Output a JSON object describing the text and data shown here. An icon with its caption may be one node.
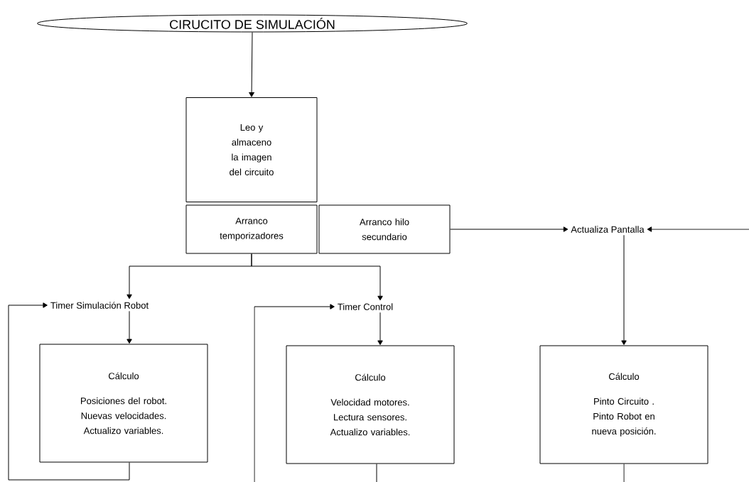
{
  "diagram": {
    "nodes": [
      {
        "text": [
          "CIRUCITO DE SIMULACIÓN"
        ]
      },
      {
        "text": [
          "Leo y almaceno la imagen del circuito"
        ]
      },
      {
        "text": [
          "Arranco temporizadores"
        ]
      },
      {
        "text": [
          "Arranco hilo secundario"
        ]
      },
      {
        "text": [
          "Actualiza Pantalla"
        ]
      },
      {
        "text": [
          "Timer Simulación Robot"
        ]
      },
      {
        "text": [
          "Timer Control"
        ]
      },
      {
        "text": [
          "Cálculo",
          "Posiciones del robot. Nuevas velocidades. Actualizo variables."
        ]
      },
      {
        "text": [
          "Cálculo",
          "Velocidad motores. Lectura sensores. Actualizo variables."
        ]
      },
      {
        "text": [
          "Cálculo",
          "Pinto Circuito . Pinto Robot en nueva posición."
        ]
      }
    ],
    "edges": [
      {
        "from": 0,
        "to": 1,
        "arrow": "to"
      },
      {
        "from": 2,
        "to": 5,
        "arrow": "to"
      },
      {
        "from": 2,
        "to": 6,
        "arrow": "to"
      },
      {
        "from": 3,
        "to": 4,
        "arrow": "to"
      },
      {
        "from": 4,
        "to": 9,
        "arrow": "to"
      },
      {
        "from": 9,
        "to": 4,
        "arrow": "to"
      },
      {
        "from": 5,
        "to": 7,
        "arrow": "to"
      },
      {
        "from": 6,
        "to": 8,
        "arrow": "to"
      },
      {
        "from": 7,
        "to": 5,
        "arrow": "to"
      },
      {
        "from": 8,
        "to": 6,
        "arrow": "to"
      }
    ]
  }
}
